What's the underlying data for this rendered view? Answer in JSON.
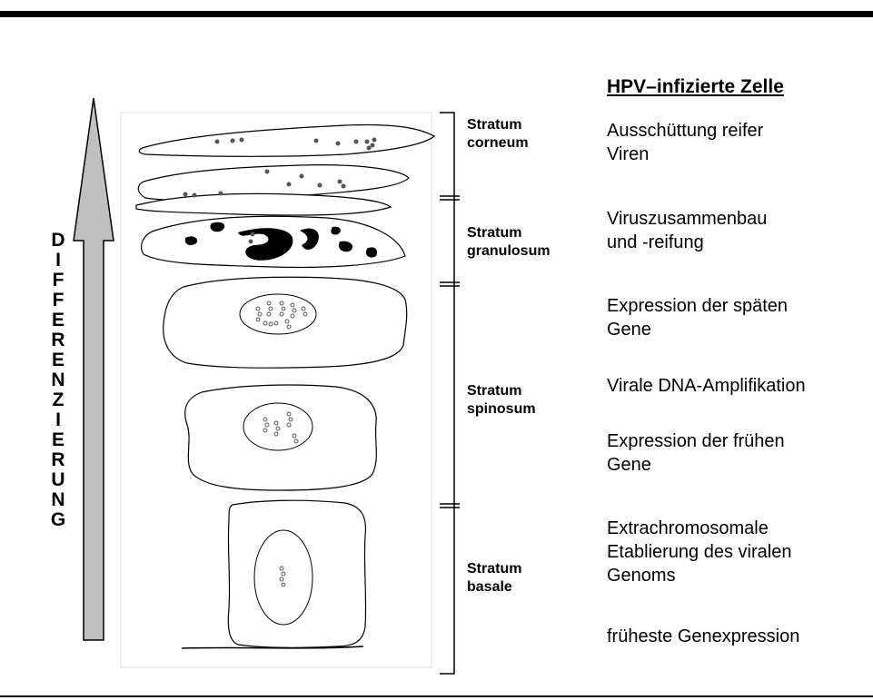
{
  "heading": "HPV–infizierte Zelle",
  "process_steps": [
    "Ausschüttung reifer\nViren",
    "Viruszusammenbau\nund -reifung",
    "Expression der späten\nGene",
    "Virale DNA-Amplifikation",
    "Expression der frühen\nGene",
    "Extrachromosomale\nEtablierung des viralen\nGenoms",
    "früheste Genexpression"
  ],
  "layers": [
    "Stratum\ncorneum",
    "Stratum\ngranulosum",
    "Stratum\nspinosum",
    "Stratum\nbasale"
  ],
  "differentiation_letters": [
    "D",
    "I",
    "F",
    "F",
    "E",
    "R",
    "E",
    "N",
    "Z",
    "I",
    "E",
    "R",
    "U",
    "N",
    "G"
  ],
  "colors": {
    "arrow_fill": "#c0c0c0",
    "line": "#000000",
    "panel_border": "#d8d8d8",
    "virus_particle": "#555555"
  }
}
